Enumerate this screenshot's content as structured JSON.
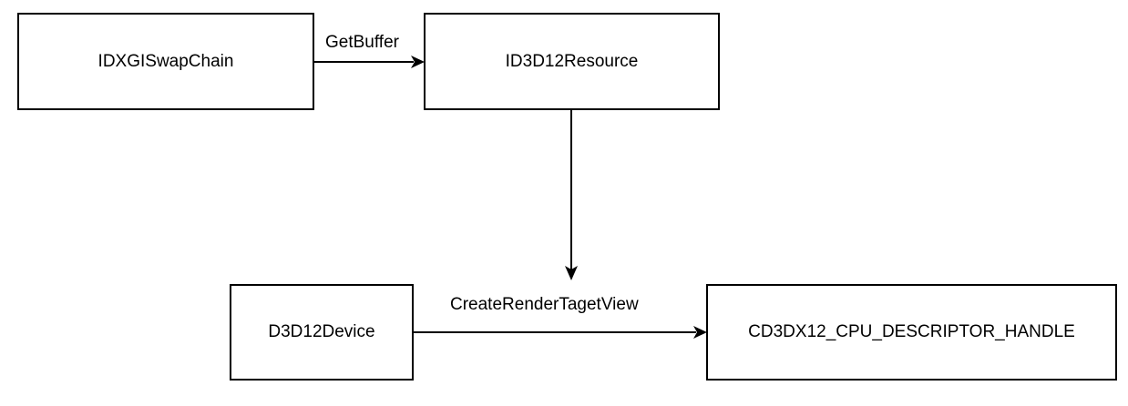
{
  "nodes": {
    "swapchain": "IDXGISwapChain",
    "resource": "ID3D12Resource",
    "device": "D3D12Device",
    "handle": "CD3DX12_CPU_DESCRIPTOR_HANDLE"
  },
  "edges": {
    "get_buffer": "GetBuffer",
    "create_render_target_view": "CreateRenderTagetView"
  }
}
